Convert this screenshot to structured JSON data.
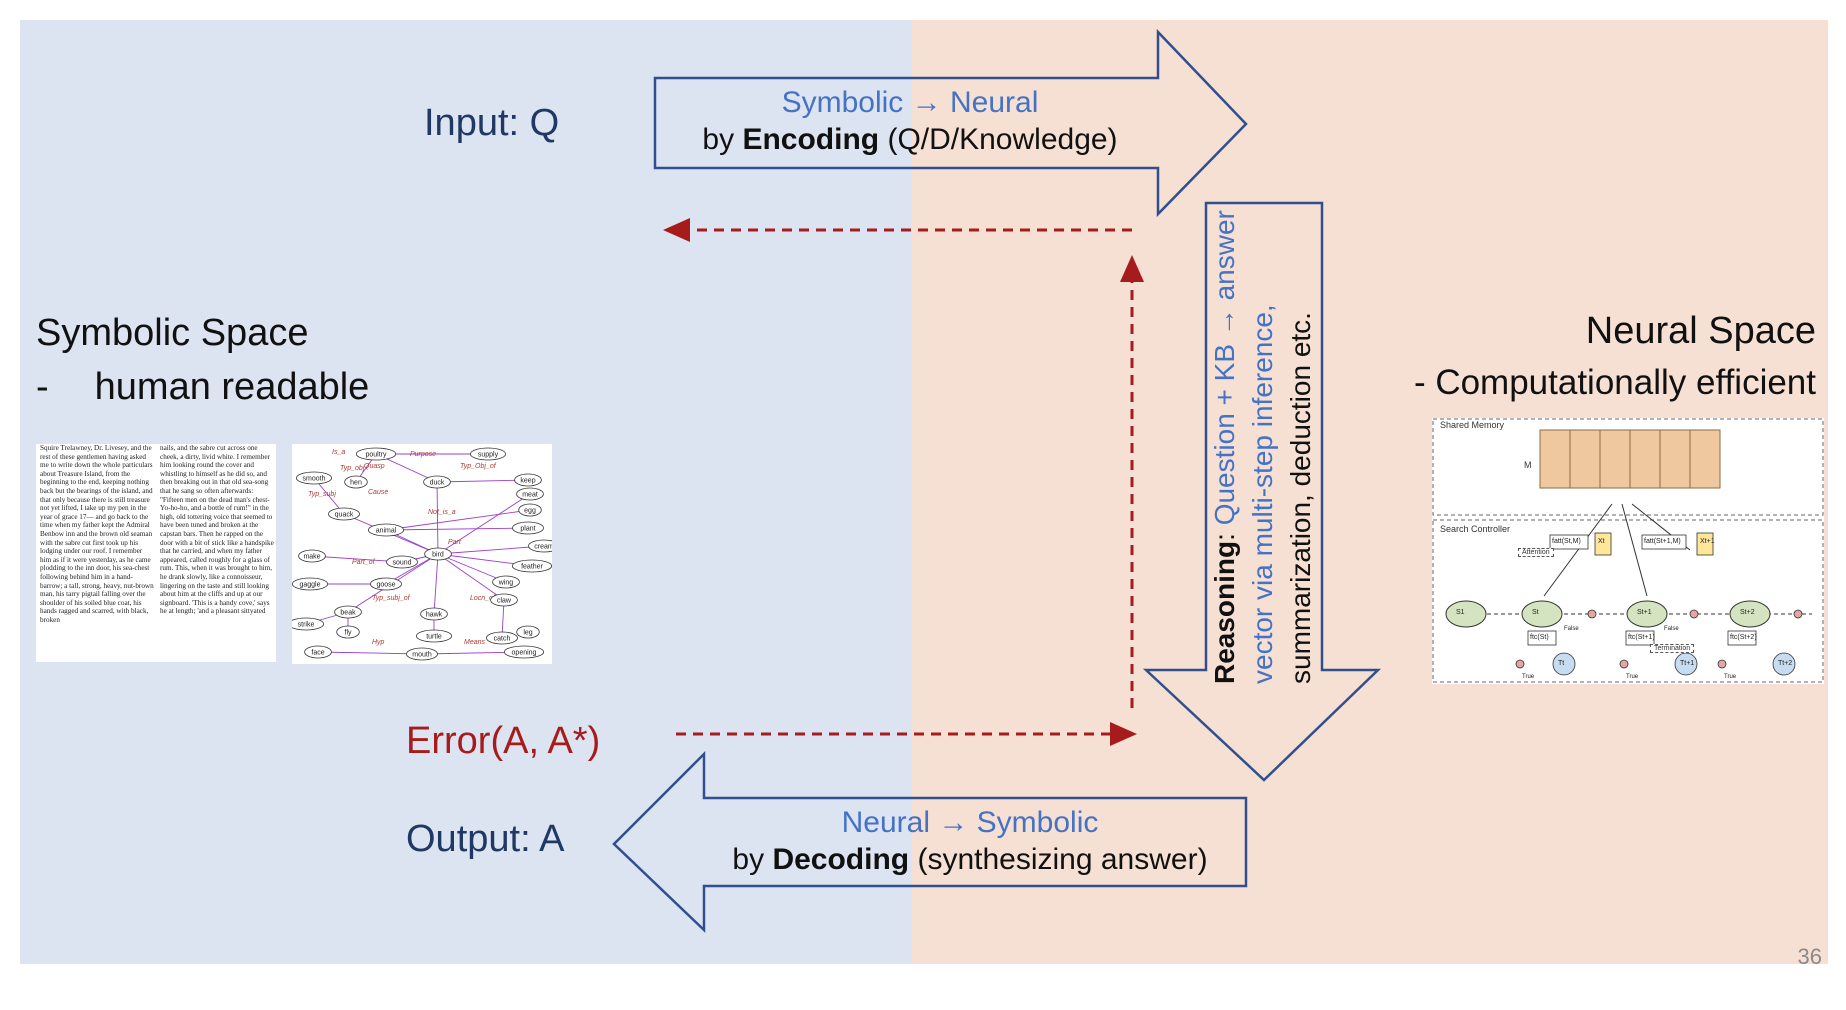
{
  "encoding": {
    "title_from": "Symbolic",
    "title_to": "Neural",
    "by": "by",
    "method": "Encoding",
    "detail": "(Q/D/Knowledge)"
  },
  "decoding": {
    "title_from": "Neural",
    "title_to": "Symbolic",
    "by": "by",
    "method": "Decoding",
    "detail": "(synthesizing answer)"
  },
  "labels": {
    "input": "Input: Q",
    "output": "Output: A",
    "error": "Error(A, A*)"
  },
  "symbolic_space": {
    "title": "Symbolic Space",
    "bullet": "-",
    "point": "human readable"
  },
  "neural_space": {
    "title": "Neural Space",
    "point": "- Computationally efficient"
  },
  "reasoning": {
    "bold": "Reasoning",
    "colon": ": ",
    "from": "Question + KB",
    "arrow": "→",
    "to": "answer",
    "line2": "vector via multi-step inference,",
    "line3": "summarization, deduction etc."
  },
  "arrow_glyph": "→",
  "page_number": "36",
  "passage": {
    "col1": "Squire Trelawney, Dr. Livesey, and the rest of these gentlemen having asked me to write down the whole particulars about Treasure Island, from the beginning to the end, keeping nothing back but the bearings of the island, and that only because there is still treasure not yet lifted, I take up my pen in the year of grace 17— and go back to the time when my father kept the Admiral Benbow inn and the brown old seaman with the sabre cut first took up his lodging under our roof. I remember him as if it were yesterday, as he came plodding to the inn door, his sea-chest following behind him in a hand-barrow; a tall, strong, heavy, nut-brown man, his tarry pigtail falling over the shoulder of his soiled blue coat, his hands ragged and scarred, with black, broken",
    "col2": "nails, and the sabre cut across one cheek, a dirty, livid white. I remember him looking round the cover and whistling to himself as he did so, and then breaking out in that old sea-song that he sang so often afterwards: \"Fifteen men on the dead man's chest-Yo-ho-ho, and a bottle of rum!\" in the high, old tottering voice that seemed to have been tuned and broken at the capstan bars. Then he rapped on the door with a bit of stick like a handspike that he carried, and when my father appeared, called roughly for a glass of rum. This, when it was brought to him, he drank slowly, like a connoisseur, lingering on the taste and still looking about him at the cliffs and up at our signboard. 'This is a handy cove,' says he at length; 'and a pleasant sittyated"
  },
  "semantic_net": {
    "nodes": [
      "poultry",
      "supply",
      "hen",
      "duck",
      "keep",
      "smooth",
      "meat",
      "quack",
      "egg",
      "animal",
      "plant",
      "bird",
      "cream",
      "make",
      "sound",
      "feather",
      "gaggle",
      "goose",
      "wing",
      "claw",
      "beak",
      "hawk",
      "leg",
      "strike",
      "fly",
      "turtle",
      "catch",
      "face",
      "mouth",
      "opening"
    ],
    "relations": [
      "Is_a",
      "Purpose",
      "Typ_obj",
      "Quasp",
      "Typ_Obj_of",
      "Cause",
      "Typ_subj",
      "Not_is_a",
      "Part",
      "Part_of",
      "Typ_subj_of",
      "Locn_of",
      "Hyp",
      "Means"
    ]
  },
  "memory_network": {
    "shared_memory": "Shared Memory",
    "memory_label": "M",
    "search_controller": "Search Controller",
    "attention": "Attention",
    "termination": "Termination",
    "true_label": "True",
    "false_label": "False",
    "states": [
      "S1",
      "St",
      "St+1",
      "St+2"
    ],
    "attention_fns": [
      "fatt(St,M)",
      "fatt(St+1,M)"
    ],
    "inputs": [
      "Xt",
      "Xt+1"
    ],
    "term_fns": [
      "ftc(St)",
      "ftc(St+1)",
      "ftc(St+2)"
    ],
    "outputs": [
      "Tt",
      "Tt+1",
      "Tt+2"
    ]
  },
  "colors": {
    "left_bg": "#dce3f1",
    "right_bg": "#f6e0d3",
    "arrow_outline": "#2f4f8f",
    "dashed": "#a61c1c",
    "memory_fill": "#f0c8a0",
    "state_fill": "#d5e4c0",
    "term_fill": "#c6dcf1",
    "input_fill": "#ffe699"
  }
}
